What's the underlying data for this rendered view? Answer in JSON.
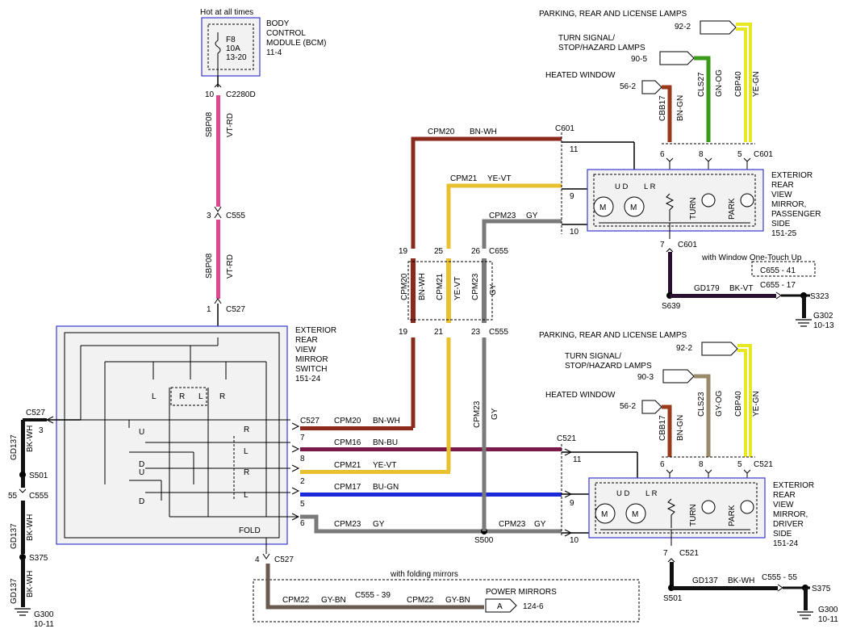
{
  "top": {
    "hot_label": "Hot at all times",
    "bcm": {
      "lines": [
        "BODY",
        "CONTROL",
        "MODULE (BCM)",
        "11-4"
      ],
      "fuse": [
        "F8",
        "10A",
        "13-20"
      ]
    },
    "c2280d_pin": "10",
    "c2280d": "C2280D",
    "c555_pin": "3",
    "c555": "C555",
    "c527_pin": "1",
    "c527": "C527",
    "vert_circuit": "SBP08",
    "vert_color": "VT-RD"
  },
  "switch": {
    "lines": [
      "EXTERIOR",
      "REAR",
      "VIEW",
      "MIRROR",
      "SWITCH",
      "151-24"
    ],
    "fold_label": "FOLD",
    "contacts": [
      "L",
      "R",
      "L",
      "R",
      "U",
      "D",
      "U",
      "D",
      "R",
      "L",
      "R",
      "L"
    ]
  },
  "left_ground": {
    "c527": "C527",
    "pin3": "3",
    "wire_top": "GD137",
    "color_top": "BK-WH",
    "s501": "S501",
    "c555": "C555",
    "pin55": "55",
    "wire_mid": "GD137",
    "color_mid": "BK-WH",
    "s375": "S375",
    "wire_bot": "GD137",
    "color_bot": "BK-WH",
    "g300": "G300",
    "g300_page": "10-11"
  },
  "switch_out": {
    "c527": "C527",
    "rows": [
      {
        "pin": "7",
        "circuit": "CPM20",
        "color": "BN-WH"
      },
      {
        "pin": "8",
        "circuit": "CPM16",
        "color": "BN-BU"
      },
      {
        "pin": "2",
        "circuit": "CPM21",
        "color": "YE-VT"
      },
      {
        "pin": "5",
        "circuit": "CPM17",
        "color": "BU-GN"
      },
      {
        "pin": "6",
        "circuit": "CPM23",
        "color": "GY"
      }
    ],
    "c521": "C521",
    "c521_pin_11": "11",
    "c521_pin_9": "9",
    "c521_pin_10": "10",
    "cpm23_right": "CPM23",
    "gy_right": "GY",
    "s500": "S500"
  },
  "mid": {
    "c601": "C601",
    "pin11": "11",
    "pin9": "9",
    "pin10": "10",
    "cpm20": "CPM20",
    "bnwh": "BN-WH",
    "cpm21": "CPM21",
    "yevt": "YE-VT",
    "cpm23": "CPM23",
    "gy": "GY",
    "c655": "C655",
    "c655_pins": [
      "19",
      "25",
      "26"
    ],
    "c555": "C555",
    "c555_pins": [
      "19",
      "21",
      "23"
    ],
    "vert_circuits": [
      "CPM20",
      "CPM21",
      "CPM23"
    ],
    "vert_colors": [
      "BN-WH",
      "YE-VT",
      "GY"
    ],
    "cpm23_low": "CPM23",
    "gy_low": "GY"
  },
  "passenger": {
    "lamps_park": "PARKING, REAR AND LICENSE LAMPS",
    "park_ref": "92-2",
    "lamps_turn": [
      "TURN SIGNAL/",
      "STOP/HAZARD LAMPS"
    ],
    "turn_ref": "90-5",
    "heated": "HEATED WINDOW",
    "heated_ref": "56-2",
    "wires": [
      {
        "circuit": "CBB17",
        "color": "BN-GN"
      },
      {
        "circuit": "CLS27",
        "color": "GN-OG"
      },
      {
        "circuit": "CBP40",
        "color": "YE-GN"
      }
    ],
    "pins": [
      "6",
      "8",
      "5"
    ],
    "c601": "C601",
    "mirror_lines": [
      "EXTERIOR",
      "REAR",
      "VIEW",
      "MIRROR,",
      "PASSENGER",
      "SIDE",
      "151-25"
    ],
    "motor": "M",
    "ud": "U D",
    "lr": "L R",
    "turn": "TURN",
    "park": "PARK",
    "pin7": "7",
    "c601_low": "C601",
    "one_touch": "with Window One-Touch Up",
    "c655_41": "C655 - 41",
    "gd179": "GD179",
    "bkvt": "BK-VT",
    "c655_17": "C655 - 17",
    "s639": "S639",
    "s323": "S323",
    "g302": "G302",
    "g302_page": "10-13"
  },
  "driver": {
    "lamps_park": "PARKING, REAR AND LICENSE LAMPS",
    "park_ref": "92-2",
    "lamps_turn": [
      "TURN SIGNAL/",
      "STOP/HAZARD LAMPS"
    ],
    "turn_ref": "90-3",
    "heated": "HEATED WINDOW",
    "heated_ref": "56-2",
    "wires": [
      {
        "circuit": "CBB17",
        "color": "BN-GN"
      },
      {
        "circuit": "CLS23",
        "color": "GY-OG"
      },
      {
        "circuit": "CBP40",
        "color": "YE-GN"
      }
    ],
    "pins": [
      "6",
      "8",
      "5"
    ],
    "c521": "C521",
    "mirror_lines": [
      "EXTERIOR",
      "REAR",
      "VIEW",
      "MIRROR,",
      "DRIVER",
      "SIDE",
      "151-24"
    ],
    "motor": "M",
    "ud": "U D",
    "lr": "L R",
    "turn": "TURN",
    "park": "PARK",
    "pin7": "7",
    "c521_low": "C521",
    "gd137": "GD137",
    "bkwh": "BK-WH",
    "c555_55": "C555 - 55",
    "s501": "S501",
    "s375": "S375",
    "g300": "G300",
    "g300_page": "10-11"
  },
  "folding": {
    "pin4": "4",
    "c527": "C527",
    "title": "with folding mirrors",
    "cpm22_a": "CPM22",
    "gybn_a": "GY-BN",
    "c555_39": "C555 - 39",
    "cpm22_b": "CPM22",
    "gybn_b": "GY-BN",
    "power_mirrors": "POWER MIRRORS",
    "conn": "A",
    "ref": "124-6"
  },
  "colors": {
    "vt_rd": "#e0458f",
    "bn_wh": "#8b2a1c",
    "bn_bu": "#7a1a4a",
    "ye_vt": "#e8c030",
    "bu_gn": "#1a2ad8",
    "gy": "#7a7a7a",
    "bk_wh": "#111111",
    "bn_gn": "#9a3a1a",
    "gn_og": "#3a9a1a",
    "ye_gn": "#e8e820",
    "gy_og": "#9a8a6a",
    "bk_vt": "#2a1030",
    "gy_bn": "#6a5a50",
    "box_blue": "#3a3ad0"
  }
}
